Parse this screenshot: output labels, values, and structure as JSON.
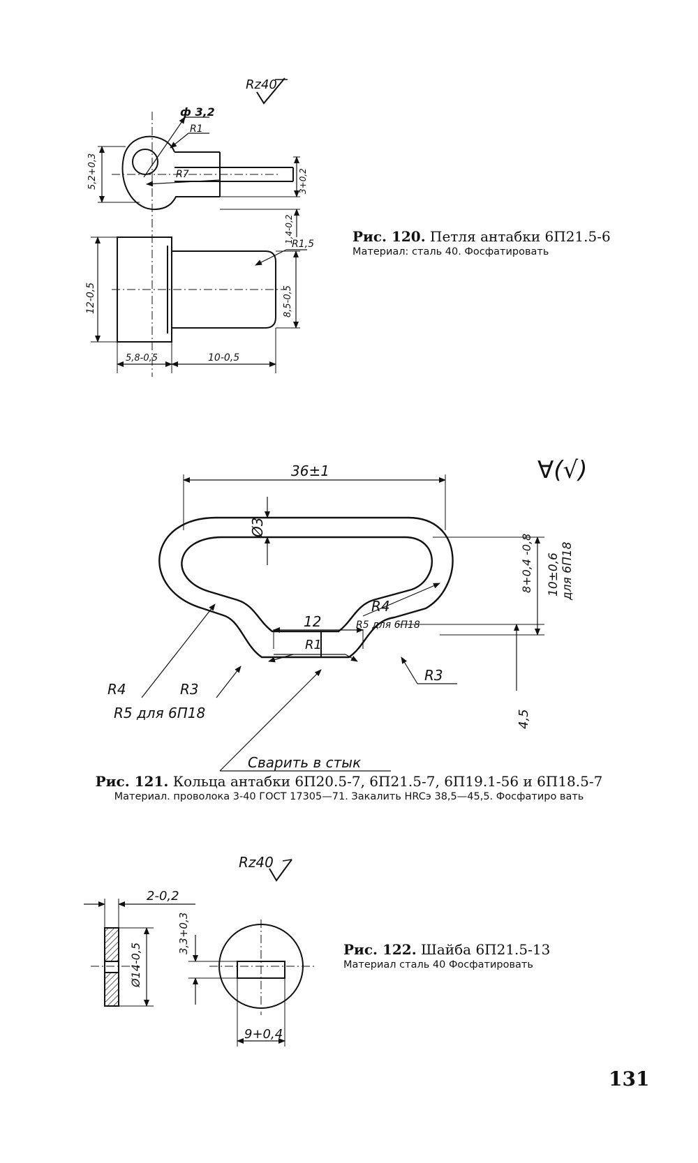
{
  "fig120": {
    "surface": "Rz40",
    "dims": {
      "dia": "ф 3,2",
      "r1": "R1",
      "r7": "R7",
      "h1": "5,2+0,3",
      "h2": "3+0,2",
      "h3": "1,4-0,2",
      "r15": "R1,5",
      "h4": "12-0,5",
      "h5": "8,5-0,5",
      "w1": "5,8-0,5",
      "w2": "10-0,5"
    },
    "caption_prefix": "Рис. 120.",
    "caption_text": "Петля антабки 6П21.5-6",
    "material": "Материал: сталь 40. Фосфатировать"
  },
  "fig121": {
    "surface": "∀(√)",
    "dims": {
      "len": "36±1",
      "dia": "Ø3",
      "h1": "8+0,4 -0,8",
      "h2": "10±0,6",
      "h2note": "для 6П18",
      "r4a": "R4",
      "r4b": "R4",
      "d12": "12",
      "r5a": "R5 для 6П18",
      "r1": "R1",
      "r3a": "R3",
      "r3b": "R3",
      "r5b": "R5 для 6П18",
      "d45": "4,5"
    },
    "weld_note": "Сварить в стык",
    "caption_prefix": "Рис. 121.",
    "caption_text": "Кольца антабки 6П20.5-7, 6П21.5-7, 6П19.1-56 и 6П18.5-7",
    "material": "Материал. проволока 3-40 ГОСТ 17305—71. Закалить HRCэ 38,5—45,5. Фосфатиро вать"
  },
  "fig122": {
    "surface": "Rz40",
    "dims": {
      "t": "2-0,2",
      "d": "Ø14-0,5",
      "h": "3,3+0,3",
      "w": "9+0,4"
    },
    "caption_prefix": "Рис. 122.",
    "caption_text": "Шайба 6П21.5-13",
    "material": "Материал сталь 40 Фосфатировать"
  },
  "page_number": "131"
}
